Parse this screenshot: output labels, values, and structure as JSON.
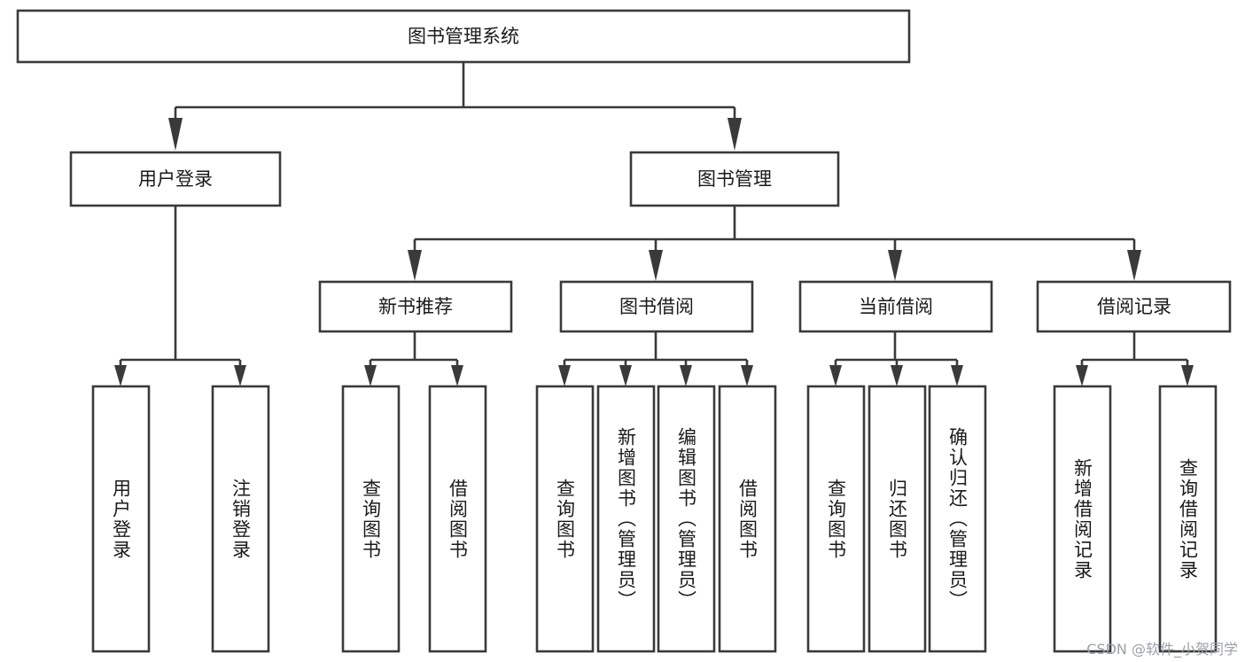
{
  "diagram": {
    "type": "tree",
    "title": "图书管理系统",
    "orientation": "top-down",
    "colors": {
      "box_fill": "#ffffff",
      "box_stroke": "#3a3a3a",
      "text": "#1a1a1a",
      "watermark": "#9aa0a6",
      "background": "#ffffff"
    },
    "levels": {
      "root": [
        "图书管理系统"
      ],
      "level2": [
        "用户登录",
        "图书管理"
      ],
      "level3": [
        "新书推荐",
        "图书借阅",
        "当前借阅",
        "借阅记录"
      ],
      "leaves": [
        "用户登录",
        "注销登录",
        "查询图书",
        "借阅图书",
        "查询图书",
        "新增图书（管理员）",
        "编辑图书（管理员）",
        "借阅图书",
        "查询图书",
        "归还图书",
        "确认归还（管理员）",
        "新增借阅记录",
        "查询借阅记录"
      ]
    },
    "nodes": {
      "root": {
        "label": "图书管理系统"
      },
      "user_login": {
        "label": "用户登录"
      },
      "book_manage": {
        "label": "图书管理"
      },
      "new_book_rec": {
        "label": "新书推荐"
      },
      "book_borrow": {
        "label": "图书借阅"
      },
      "current_borrow": {
        "label": "当前借阅"
      },
      "borrow_record": {
        "label": "借阅记录"
      },
      "leaf_user_login": {
        "label": "用户登录"
      },
      "leaf_logout": {
        "label": "注销登录"
      },
      "leaf_query_book_1": {
        "label": "查询图书"
      },
      "leaf_borrow_book_1": {
        "label": "借阅图书"
      },
      "leaf_query_book_2": {
        "label": "查询图书"
      },
      "leaf_add_book": {
        "label": "新增图书（管理员）"
      },
      "leaf_edit_book": {
        "label": "编辑图书（管理员）"
      },
      "leaf_borrow_book_2": {
        "label": "借阅图书"
      },
      "leaf_query_book_3": {
        "label": "查询图书"
      },
      "leaf_return_book": {
        "label": "归还图书"
      },
      "leaf_confirm_return": {
        "label": "确认归还（管理员）"
      },
      "leaf_add_record": {
        "label": "新增借阅记录"
      },
      "leaf_query_record": {
        "label": "查询借阅记录"
      }
    },
    "edges": [
      {
        "from": "root",
        "to": "user_login"
      },
      {
        "from": "root",
        "to": "book_manage"
      },
      {
        "from": "user_login",
        "to": "leaf_user_login"
      },
      {
        "from": "user_login",
        "to": "leaf_logout"
      },
      {
        "from": "book_manage",
        "to": "new_book_rec"
      },
      {
        "from": "book_manage",
        "to": "book_borrow"
      },
      {
        "from": "book_manage",
        "to": "current_borrow"
      },
      {
        "from": "book_manage",
        "to": "borrow_record"
      },
      {
        "from": "new_book_rec",
        "to": "leaf_query_book_1"
      },
      {
        "from": "new_book_rec",
        "to": "leaf_borrow_book_1"
      },
      {
        "from": "book_borrow",
        "to": "leaf_query_book_2"
      },
      {
        "from": "book_borrow",
        "to": "leaf_add_book"
      },
      {
        "from": "book_borrow",
        "to": "leaf_edit_book"
      },
      {
        "from": "book_borrow",
        "to": "leaf_borrow_book_2"
      },
      {
        "from": "current_borrow",
        "to": "leaf_query_book_3"
      },
      {
        "from": "current_borrow",
        "to": "leaf_return_book"
      },
      {
        "from": "current_borrow",
        "to": "leaf_confirm_return"
      },
      {
        "from": "borrow_record",
        "to": "leaf_add_record"
      },
      {
        "from": "borrow_record",
        "to": "leaf_query_record"
      }
    ]
  },
  "watermark": {
    "text": "CSDN @软件_小贺同学"
  }
}
